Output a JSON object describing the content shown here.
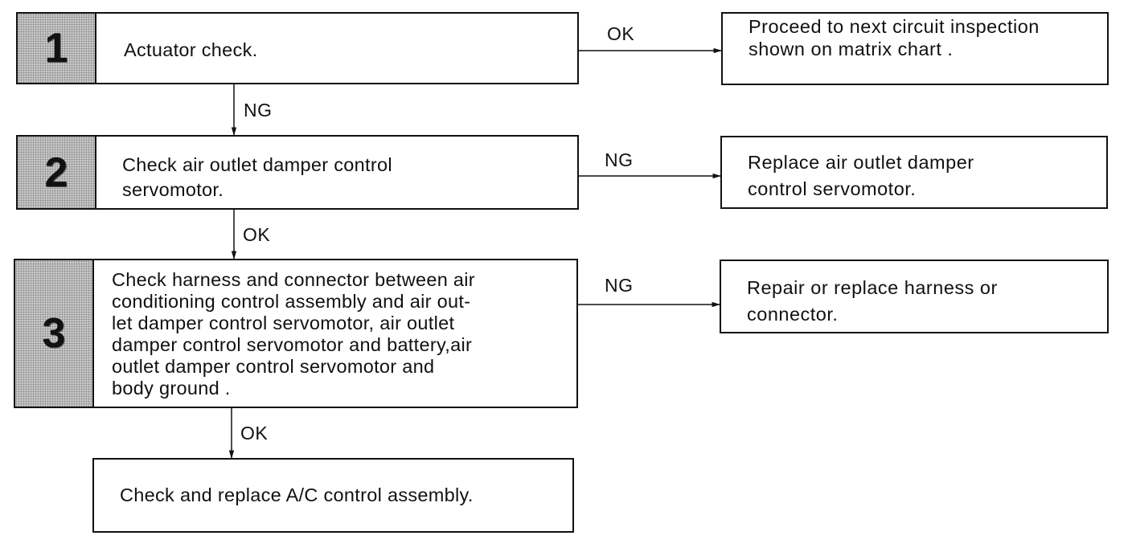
{
  "steps": [
    {
      "number": "1",
      "text": "Actuator check."
    },
    {
      "number": "2",
      "text": "Check air outlet damper control\nservomotor."
    },
    {
      "number": "3",
      "text": "Check harness and connector between air\nconditioning control assembly and air out-\nlet damper control servomotor, air outlet\ndamper control servomotor and battery,air\noutlet damper control servomotor and\nbody ground ."
    }
  ],
  "outcomes": [
    {
      "label": "OK",
      "text": "Proceed to next circuit inspection\nshown on matrix chart ."
    },
    {
      "label": "NG",
      "text": "Replace air outlet damper\ncontrol servomotor."
    },
    {
      "label": "NG",
      "text": "Repair or replace harness or\nconnector."
    }
  ],
  "down_labels": [
    "NG",
    "OK",
    "OK"
  ],
  "final_step": {
    "text": "Check and replace A/C control assembly."
  }
}
